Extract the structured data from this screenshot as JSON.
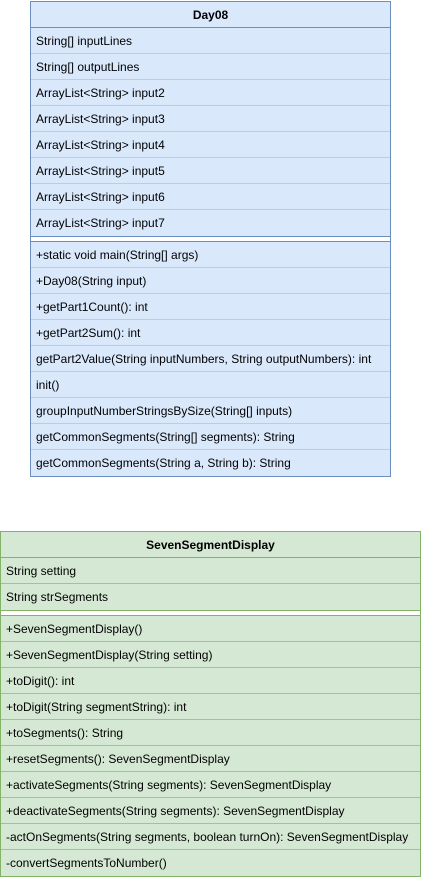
{
  "day08": {
    "name": "Day08",
    "fields": [
      "String[] inputLines",
      "String[] outputLines",
      "ArrayList<String> input2",
      "ArrayList<String> input3",
      "ArrayList<String> input4",
      "ArrayList<String> input5",
      "ArrayList<String> input6",
      "ArrayList<String> input7"
    ],
    "methods": [
      "+static void main(String[] args)",
      "+Day08(String input)",
      "+getPart1Count(): int",
      "+getPart2Sum(): int",
      "getPart2Value(String inputNumbers, String outputNumbers): int",
      "init()",
      "groupInputNumberStringsBySize(String[] inputs)",
      "getCommonSegments(String[] segments): String",
      "getCommonSegments(String a, String b): String"
    ]
  },
  "seven_segment_display": {
    "name": "SevenSegmentDisplay",
    "fields": [
      "String setting",
      "String strSegments"
    ],
    "methods": [
      "+SevenSegmentDisplay()",
      "+SevenSegmentDisplay(String setting)",
      "+toDigit(): int",
      "+toDigit(String segmentString): int",
      "+toSegments(): String",
      "+resetSegments(): SevenSegmentDisplay",
      "+activateSegments(String segments): SevenSegmentDisplay",
      "+deactivateSegments(String segments): SevenSegmentDisplay",
      "-actOnSegments(String segments, boolean turnOn): SevenSegmentDisplay",
      "-convertSegmentsToNumber()"
    ]
  },
  "colors": {
    "day08_fill": "#dae8fc",
    "day08_stroke": "#6c8ebf",
    "ssd_fill": "#d5e8d4",
    "ssd_stroke": "#82b366"
  }
}
